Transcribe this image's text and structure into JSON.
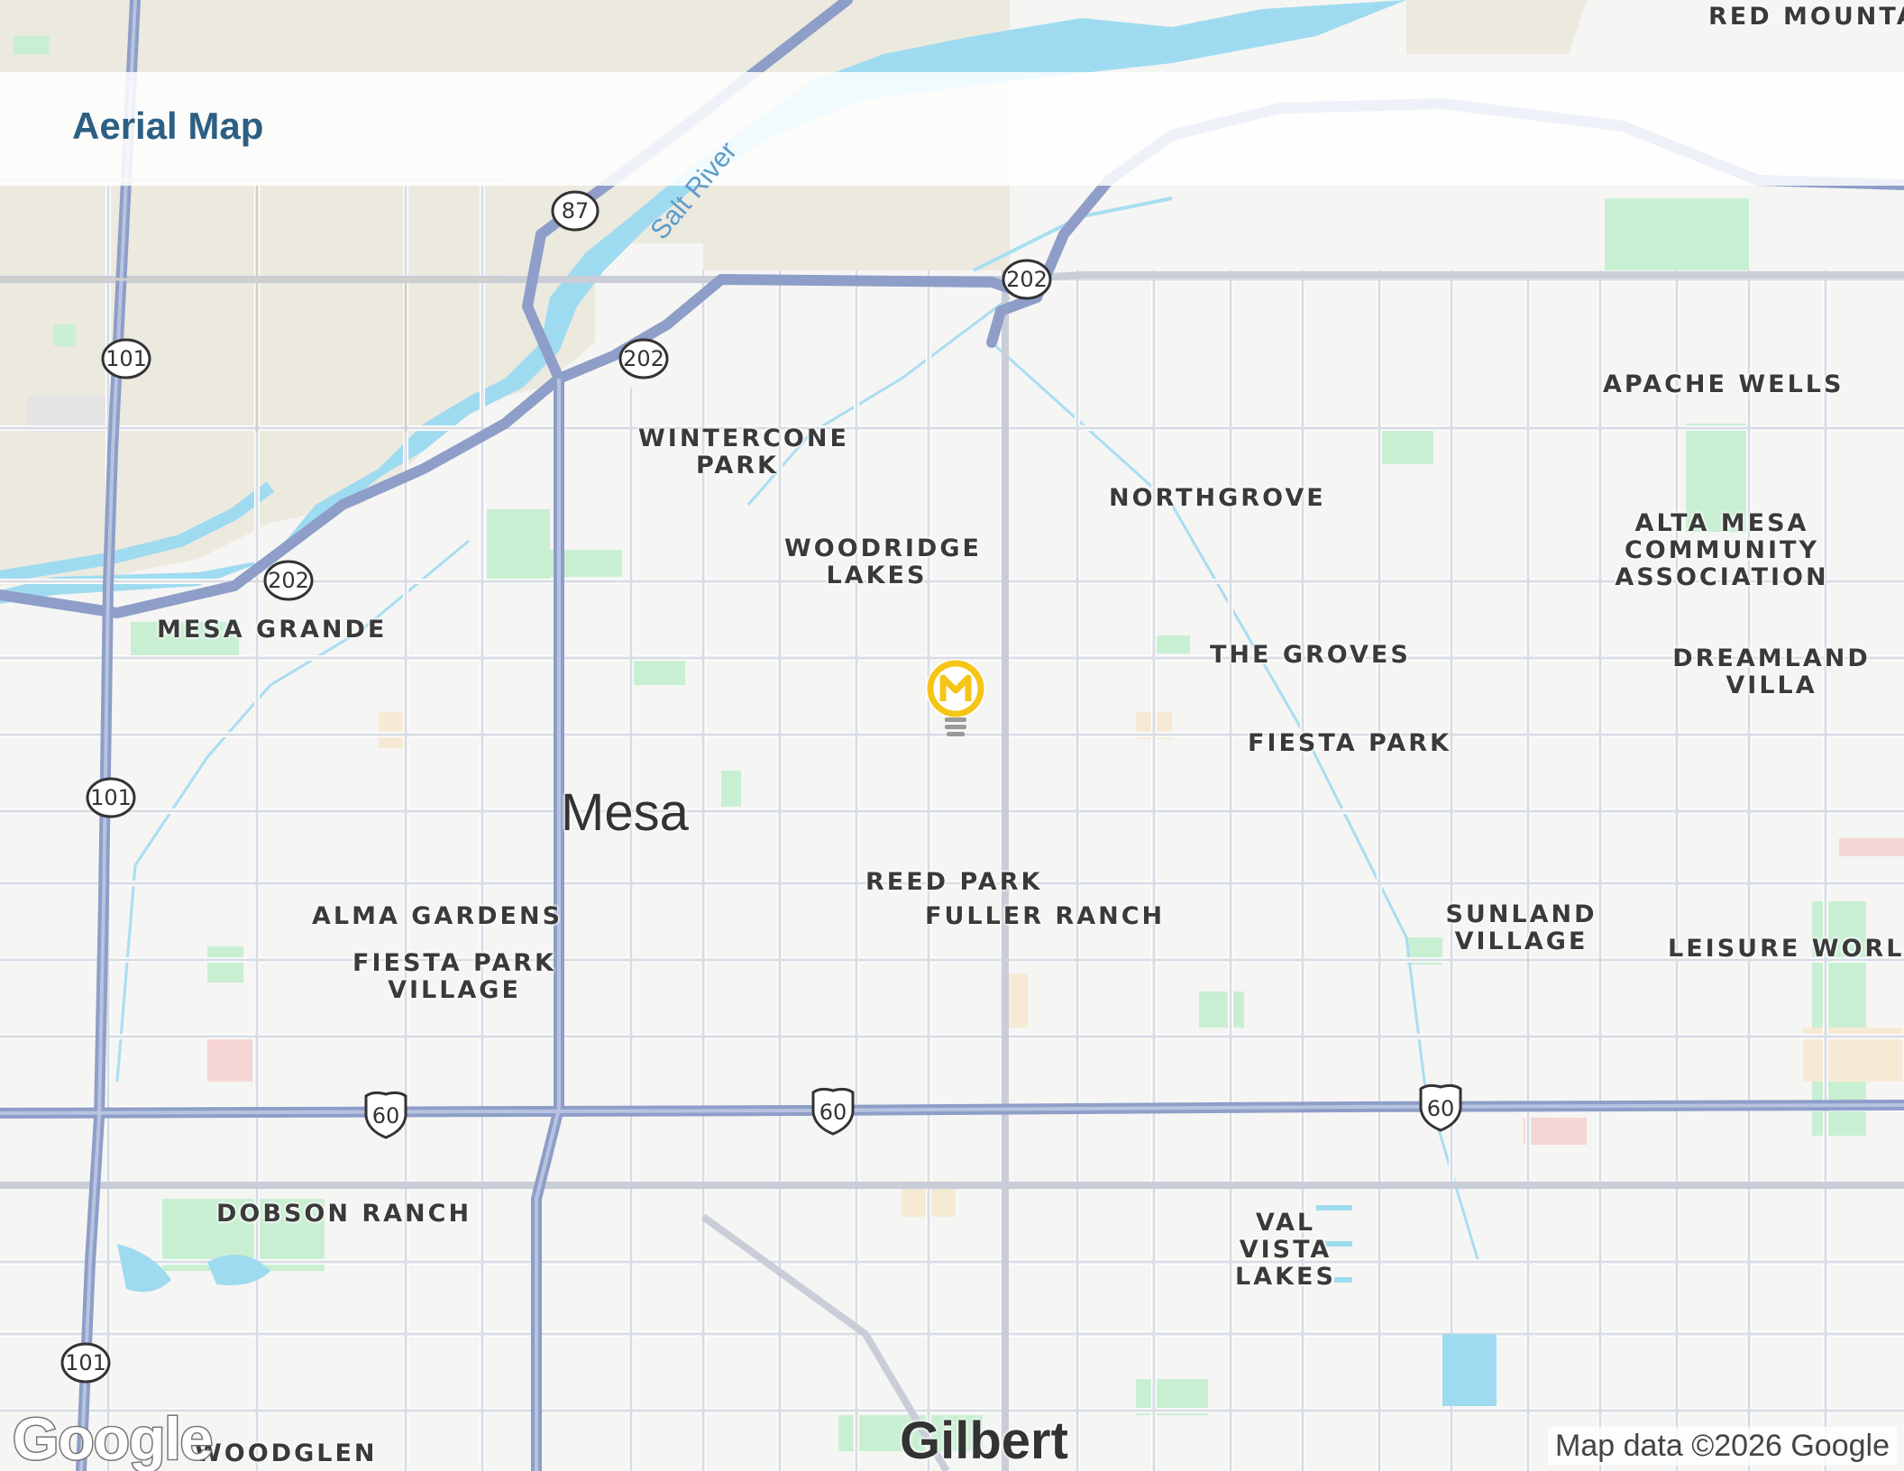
{
  "header": {
    "title": "Aerial Map"
  },
  "map": {
    "cities": [
      "Mesa",
      "Gilbert"
    ],
    "river": "Salt River",
    "neighborhoods": {
      "red_mountain_ranch": "RED MOUNTAIN RANCH",
      "apache_wells": "APACHE WELLS",
      "wintercone_park": "WINTERCONE PARK",
      "northgrove": "NORTHGROVE",
      "woodridge_lakes": "WOODRIDGE LAKES",
      "alta_mesa": "ALTA MESA COMMUNITY ASSOCIATION",
      "mesa_grande": "MESA GRANDE",
      "the_groves": "THE GROVES",
      "dreamland_villa": "DREAMLAND VILLA",
      "fiesta_park": "FIESTA PARK",
      "reed_park": "REED PARK",
      "fuller_ranch": "FULLER RANCH",
      "alma_gardens": "ALMA GARDENS",
      "fiesta_park_village": "FIESTA PARK VILLAGE",
      "sunland_village": "SUNLAND VILLAGE",
      "leisure_world": "LEISURE WORLD",
      "dobson_ranch": "DOBSON RANCH",
      "val_vista_lakes": "VAL VISTA LAKES",
      "woodglen": "WOODGLEN"
    },
    "route_shields": {
      "sr87": "87",
      "loop202_a": "202",
      "loop202_b": "202",
      "loop202_c": "202",
      "loop101_a": "101",
      "loop101_b": "101",
      "loop101_c": "101",
      "us60_a": "60",
      "us60_b": "60",
      "us60_c": "60"
    },
    "marker": {
      "icon": "lightbulb-m-icon",
      "color": "#f5c518"
    },
    "colors": {
      "highway": "#9aa9cf",
      "water": "#9fdbf0",
      "park": "#c9efd3",
      "urban": "#ece9df"
    }
  },
  "footer": {
    "logo": "Google",
    "attribution": "Map data ©2026 Google"
  }
}
